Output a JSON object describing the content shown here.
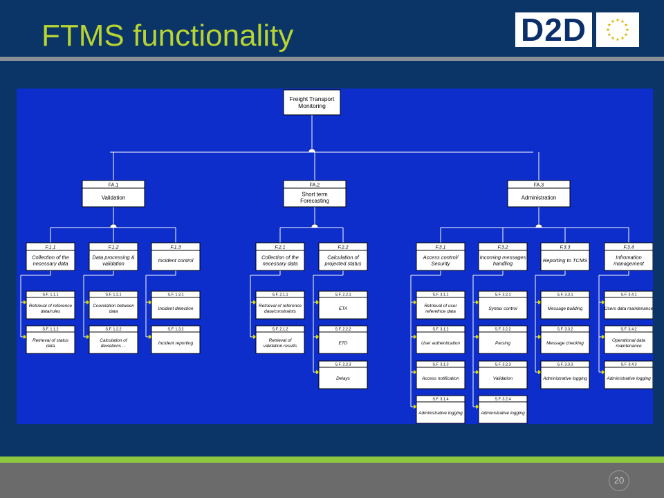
{
  "slide": {
    "title": "FTMS functionality",
    "page_number": "20",
    "colors": {
      "background": "#0a3566",
      "title": "#b8d432",
      "diagram_background": "#0d2ecb",
      "footer": "#6b6b6b",
      "accent_rule": "#8dc63f"
    }
  },
  "logos": {
    "d2d": "D2D",
    "eu_flag_icon": "eu-flag-icon"
  },
  "diagram": {
    "root": {
      "label": "Freight Transport Monitoring"
    },
    "functional_areas": [
      {
        "code": "FA.1",
        "label": "Validation",
        "functions": [
          {
            "code": "F.1.1",
            "label": "Collection of the necessary data",
            "sub_functions": [
              {
                "code": "S.F. 1.1.1",
                "label": "Retrieval of reference data/rules"
              },
              {
                "code": "S.F. 1.1.2",
                "label": "Retrieval of status data"
              }
            ]
          },
          {
            "code": "F.1.2",
            "label": "Data processing & validation",
            "sub_functions": [
              {
                "code": "S.F. 1.2.1",
                "label": "Coorelation between data"
              },
              {
                "code": "S.F. 1.2.2",
                "label": "Calculation of deviations ..."
              }
            ]
          },
          {
            "code": "F.1.3",
            "label": "Incident control",
            "sub_functions": [
              {
                "code": "S.F. 1.3.1",
                "label": "Incident detection"
              },
              {
                "code": "S.F. 1.3.2",
                "label": "Incident reporting"
              }
            ]
          }
        ]
      },
      {
        "code": "FA.2",
        "label": "Short term Forecasting",
        "functions": [
          {
            "code": "F.2.1",
            "label": "Collection of the necessary data",
            "sub_functions": [
              {
                "code": "S.F. 2.1.1",
                "label": "Retrieval of reference data/constraints"
              },
              {
                "code": "S.F. 2.1.2",
                "label": "Retrieval of validation results"
              }
            ]
          },
          {
            "code": "F.2.2",
            "label": "Calculation of projected status",
            "sub_functions": [
              {
                "code": "S.F. 2.2.1",
                "label": "ETA"
              },
              {
                "code": "S.F. 2.2.2",
                "label": "ETD"
              },
              {
                "code": "S.F. 2.2.3",
                "label": "Delays"
              }
            ]
          }
        ]
      },
      {
        "code": "FA.3",
        "label": "Administration",
        "functions": [
          {
            "code": "F.3.1",
            "label": "Access control/ Security",
            "sub_functions": [
              {
                "code": "S.F. 3.1.1",
                "label": "Retrieval of user referefnce data"
              },
              {
                "code": "S.F. 3.1.2",
                "label": "User authentication"
              },
              {
                "code": "S.F. 3.1.3",
                "label": "Access notification"
              },
              {
                "code": "S.F. 3.1.4",
                "label": "Administrative logging"
              }
            ]
          },
          {
            "code": "F.3.2",
            "label": "Incoming messages handling",
            "sub_functions": [
              {
                "code": "S.F. 3.2.1",
                "label": "Syntax control"
              },
              {
                "code": "S.F. 3.2.2",
                "label": "Parsing"
              },
              {
                "code": "S.F. 3.2.3",
                "label": "Validation"
              },
              {
                "code": "S.F. 3.2.4",
                "label": "Administrative logging"
              }
            ]
          },
          {
            "code": "F.3.3",
            "label": "Reporting to TCMS",
            "sub_functions": [
              {
                "code": "S.F. 3.3.1",
                "label": "Message building"
              },
              {
                "code": "S.F. 3.3.2",
                "label": "Message checking"
              },
              {
                "code": "S.F. 3.3.3",
                "label": "Administrative logging"
              }
            ]
          },
          {
            "code": "F.3.4",
            "label": "Infromation management",
            "sub_functions": [
              {
                "code": "S.F. 3.4.1",
                "label": "Users data maintenance"
              },
              {
                "code": "S.F. 3.4.2",
                "label": "Operational data maintenance"
              },
              {
                "code": "S.F. 3.4.3",
                "label": "Administrative logging"
              }
            ]
          }
        ]
      }
    ]
  }
}
